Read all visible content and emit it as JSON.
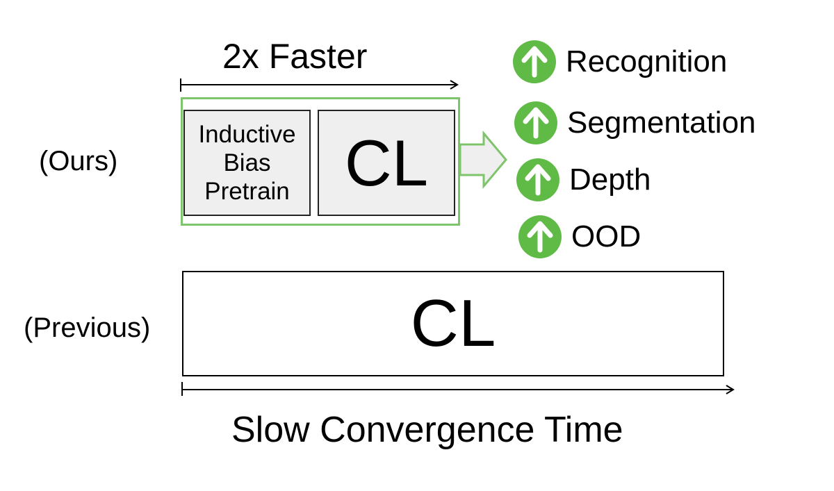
{
  "rows": {
    "ours_label": "(Ours)",
    "previous_label": "(Previous)"
  },
  "ours": {
    "timeline_label": "2x Faster",
    "pretrain_lines": [
      "Inductive",
      "Bias",
      "Pretrain"
    ],
    "cl_label": "CL"
  },
  "previous": {
    "cl_label": "CL",
    "timeline_label": "Slow Convergence Time"
  },
  "outcomes": [
    {
      "label": "Recognition",
      "icon": "up-arrow-icon"
    },
    {
      "label": "Segmentation",
      "icon": "up-arrow-icon"
    },
    {
      "label": "Depth",
      "icon": "up-arrow-icon"
    },
    {
      "label": "OOD",
      "icon": "up-arrow-icon"
    }
  ],
  "colors": {
    "accent_green": "#5fbb46",
    "box_border_green": "#7ec46b",
    "box_fill": "#efefef"
  }
}
